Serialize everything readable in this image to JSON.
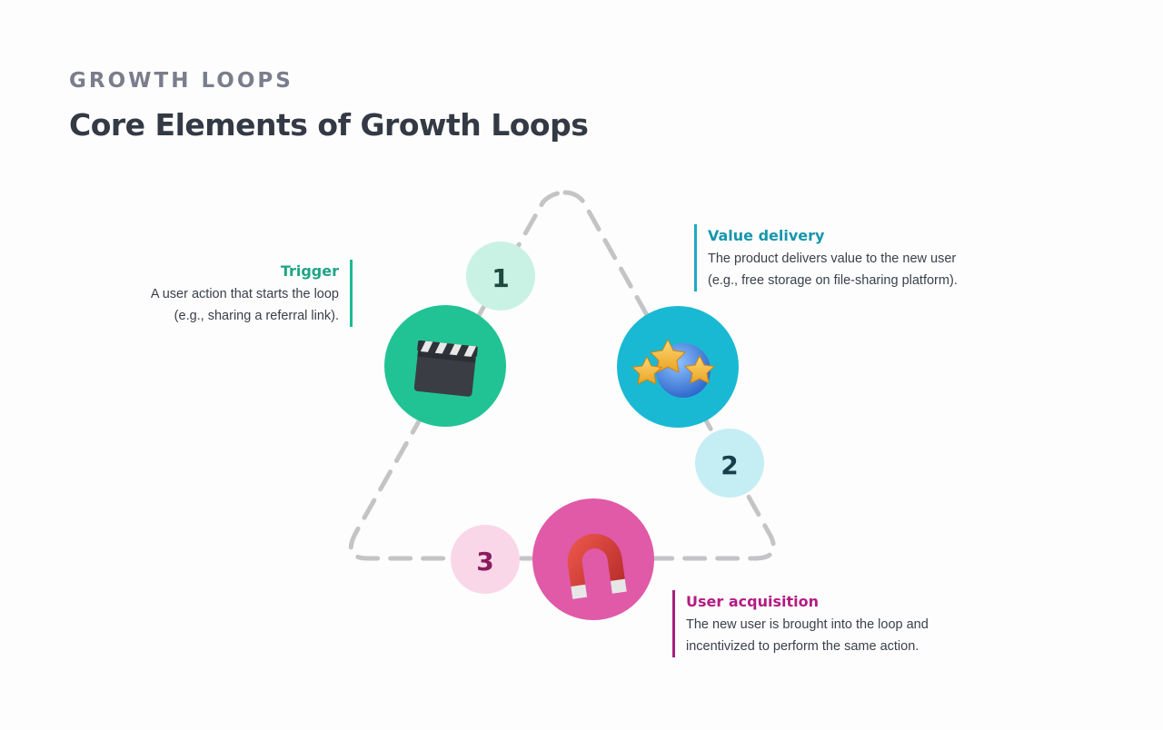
{
  "header": {
    "eyebrow": "GROWTH LOOPS",
    "title": "Core Elements of Growth Loops"
  },
  "steps": [
    {
      "number": "1",
      "color": "#c9f2e4",
      "text_color": "#1d4a3f"
    },
    {
      "number": "2",
      "color": "#c5eef4",
      "text_color": "#153f4a"
    },
    {
      "number": "3",
      "color": "#f9d7e8",
      "text_color": "#8a1c5e"
    }
  ],
  "nodes": {
    "trigger": {
      "color": "#21c394",
      "icon": "clapperboard-icon"
    },
    "value": {
      "color": "#1ab9d3",
      "icon": "stars-icon"
    },
    "acquisition": {
      "color": "#e05aa8",
      "icon": "magnet-icon"
    }
  },
  "callouts": {
    "trigger": {
      "heading": "Trigger",
      "lines": [
        "A user action that starts the loop",
        "(e.g., sharing a referral link)."
      ]
    },
    "value": {
      "heading": "Value delivery",
      "lines": [
        "The product delivers value to the new user",
        "(e.g., free storage on file-sharing platform)."
      ]
    },
    "acquisition": {
      "heading": "User acquisition",
      "lines": [
        "The new user is brought into the loop and",
        "incentivized to perform the same action."
      ]
    }
  },
  "colors": {
    "dashed_path": "#c4c4c6",
    "trigger_accent": "#1fba93",
    "value_accent": "#1ea9c2",
    "acquisition_accent": "#a8207a"
  }
}
